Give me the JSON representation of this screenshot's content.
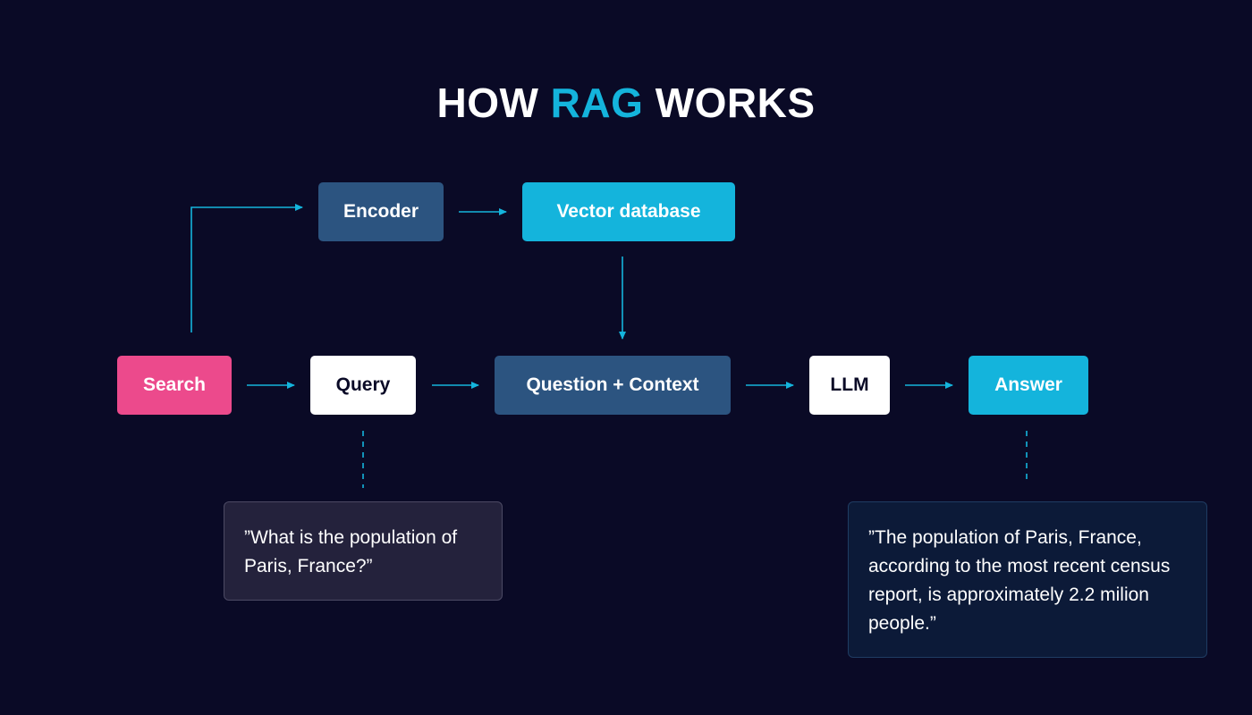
{
  "title": {
    "prefix": "HOW",
    "accent": "RAG",
    "suffix": "WORKS"
  },
  "nodes": {
    "search": "Search",
    "query": "Query",
    "encoder": "Encoder",
    "vector_db": "Vector database",
    "question_context": "Question + Context",
    "llm": "LLM",
    "answer": "Answer"
  },
  "quotes": {
    "question": "”What is the population of Paris, France?”",
    "answer": "”The population of Paris, France, according to the most recent census report, is approximately 2.2 milion people.”"
  },
  "colors": {
    "background": "#0a0a26",
    "accent": "#14b4dc",
    "search": "#ec4a8c",
    "slate": "#2c5480",
    "arrow": "#14b4dc"
  }
}
